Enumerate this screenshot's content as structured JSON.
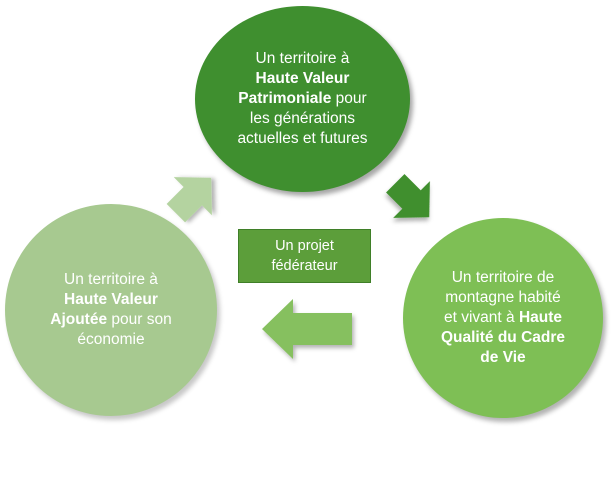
{
  "diagram": {
    "circles": {
      "top": {
        "line1": "Un territoire à",
        "bold1": "Haute Valeur",
        "bold2": "Patrimoniale",
        "line3_rest": " pour",
        "line4": "les générations",
        "line5": "actuelles et futures"
      },
      "right": {
        "line1": "Un territoire de",
        "line2": "montagne habité",
        "line3_start": "et vivant à ",
        "bold1": "Haute",
        "bold2": "Qualité du Cadre",
        "bold3": "de Vie"
      },
      "left": {
        "line1": "Un territoire à",
        "bold1": "Haute Valeur",
        "bold2": "Ajoutée",
        "line3_rest": " pour son",
        "line4": "économie"
      }
    },
    "center": {
      "line1": "Un projet",
      "line2": "fédérateur"
    },
    "colors": {
      "top": "#3f8f2f",
      "right": "#7ebf55",
      "left": "#a7c990",
      "center": "#5c9e3a"
    },
    "arrows": [
      "arrow-top-to-right",
      "arrow-right-to-left",
      "arrow-left-to-top"
    ]
  }
}
